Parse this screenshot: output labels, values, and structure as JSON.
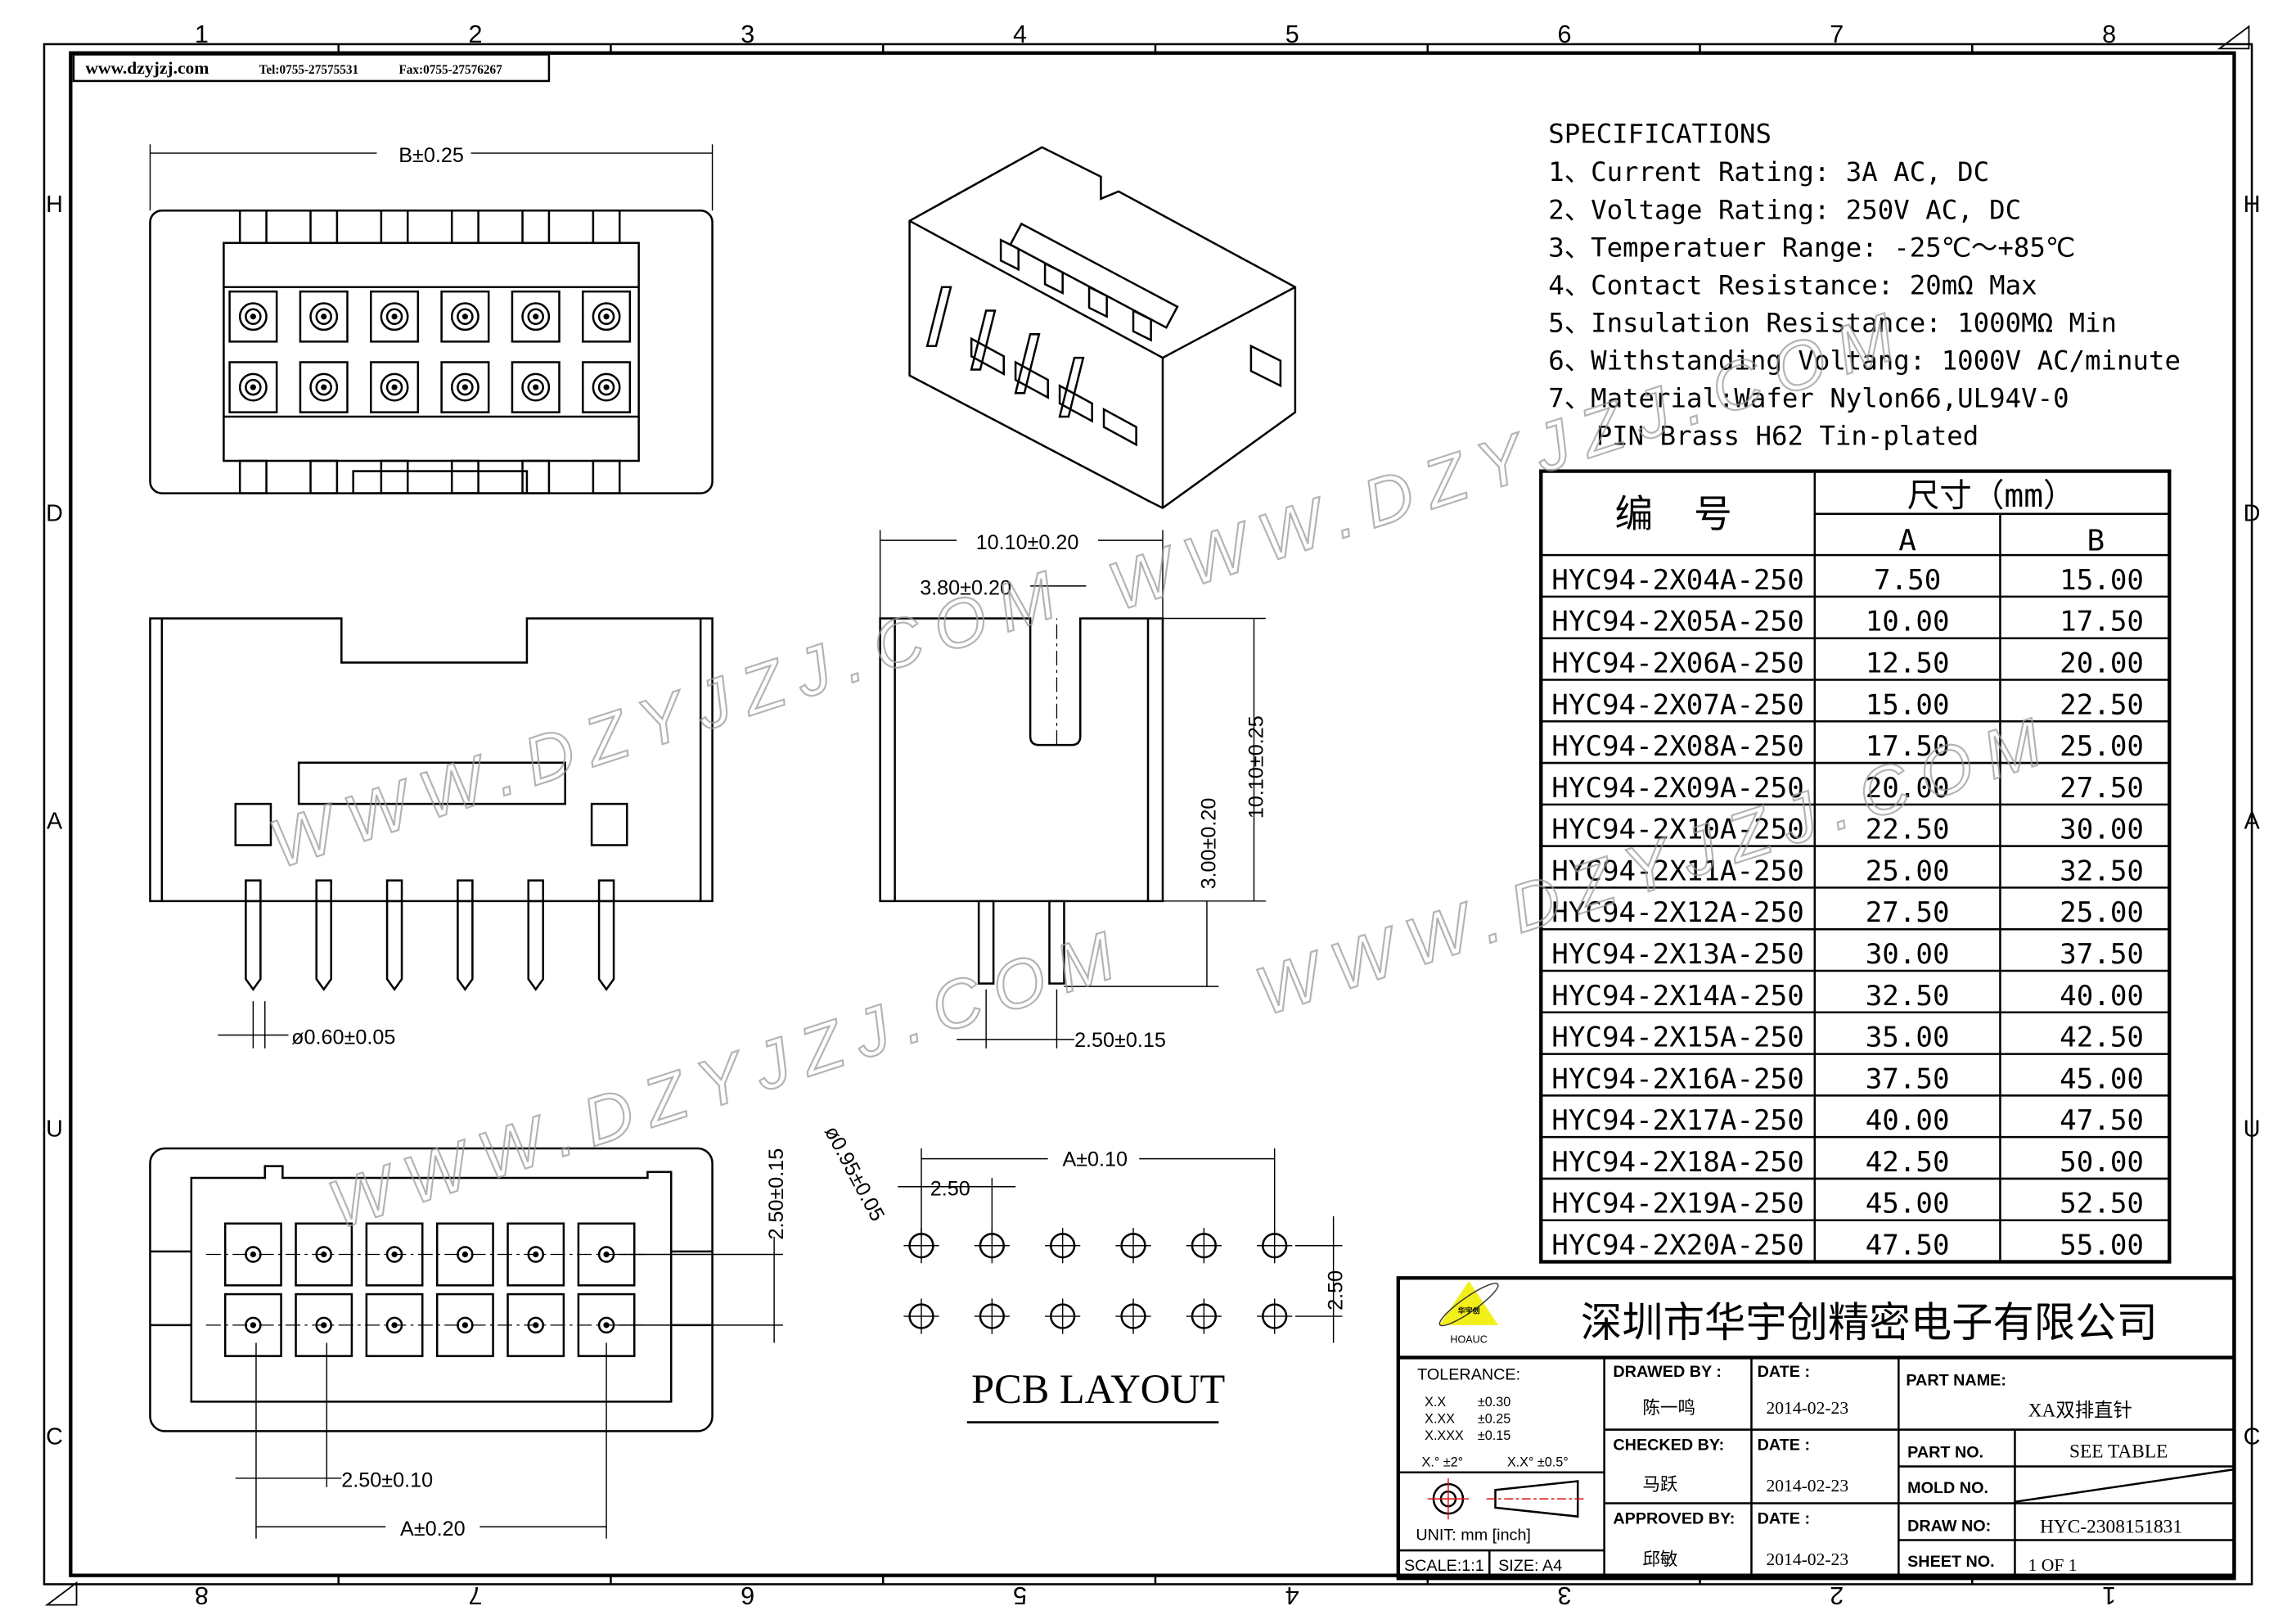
{
  "header": {
    "website": "www.dzyjzj.com",
    "tel": "Tel:0755-27575531",
    "fax": "Fax:0755-27576267"
  },
  "frame": {
    "zones_top": [
      "1",
      "2",
      "3",
      "4",
      "5",
      "6",
      "7",
      "8"
    ],
    "zones_bottom": [
      "8",
      "7",
      "6",
      "5",
      "4",
      "3",
      "2",
      "1"
    ],
    "rows_left": [
      "H",
      "D",
      "A",
      "U",
      "C"
    ],
    "rows_right": [
      "H",
      "D",
      "A",
      "U",
      "C"
    ]
  },
  "watermark": "WWW.DZYJZJ.COM",
  "dimensions": {
    "top_view_width": "B±0.25",
    "side_width": "10.10±0.20",
    "side_slot": "3.80±0.20",
    "side_height": "10.10±0.25",
    "pin_length": "3.00±0.20",
    "pin_diameter": "ø0.60±0.05",
    "pin_pitch_side": "2.50±0.15",
    "bottom_row_pitch": "2.50±0.15",
    "bottom_pitch": "2.50±0.10",
    "bottom_width": "A±0.20",
    "pcb_width": "A±0.10",
    "pcb_pitch": "2.50",
    "pcb_hole": "ø0.95±0.05",
    "pcb_row_pitch": "2.50"
  },
  "pcb_layout_label": "PCB LAYOUT",
  "specifications": {
    "title": "SPECIFICATIONS",
    "items": [
      "1、Current Rating: 3A AC, DC",
      "2、Voltage Rating: 250V AC, DC",
      "3、Temperatuer Range: -25℃～+85℃",
      "4、Contact Resistance: 20mΩ Max",
      "5、Insulation Resistance: 1000MΩ Min",
      "6、Withstanding Voltang: 1000V AC/minute",
      "7、Material:Wafer Nylon66,UL94V-0",
      "   PIN Brass H62 Tin-plated"
    ]
  },
  "dimension_table": {
    "col_part": "编 号",
    "col_size": "尺寸（mm）",
    "col_a": "A",
    "col_b": "B",
    "rows": [
      [
        "HYC94-2X04A-250",
        "7.50",
        "15.00"
      ],
      [
        "HYC94-2X05A-250",
        "10.00",
        "17.50"
      ],
      [
        "HYC94-2X06A-250",
        "12.50",
        "20.00"
      ],
      [
        "HYC94-2X07A-250",
        "15.00",
        "22.50"
      ],
      [
        "HYC94-2X08A-250",
        "17.50",
        "25.00"
      ],
      [
        "HYC94-2X09A-250",
        "20.00",
        "27.50"
      ],
      [
        "HYC94-2X10A-250",
        "22.50",
        "30.00"
      ],
      [
        "HYC94-2X11A-250",
        "25.00",
        "32.50"
      ],
      [
        "HYC94-2X12A-250",
        "27.50",
        "25.00"
      ],
      [
        "HYC94-2X13A-250",
        "30.00",
        "37.50"
      ],
      [
        "HYC94-2X14A-250",
        "32.50",
        "40.00"
      ],
      [
        "HYC94-2X15A-250",
        "35.00",
        "42.50"
      ],
      [
        "HYC94-2X16A-250",
        "37.50",
        "45.00"
      ],
      [
        "HYC94-2X17A-250",
        "40.00",
        "47.50"
      ],
      [
        "HYC94-2X18A-250",
        "42.50",
        "50.00"
      ],
      [
        "HYC94-2X19A-250",
        "45.00",
        "52.50"
      ],
      [
        "HYC94-2X20A-250",
        "47.50",
        "55.00"
      ]
    ]
  },
  "title_block": {
    "company": "深圳市华宇创精密电子有限公司",
    "logo_text": "华宇创",
    "logo_brand": "HOAUC",
    "tolerance_label": "TOLERANCE:",
    "tolerances": [
      [
        "X.X",
        "±0.30"
      ],
      [
        "X.XX",
        "±0.25"
      ],
      [
        "X.XXX",
        "±0.15"
      ]
    ],
    "angle_tol_1": "X.° ±2°",
    "angle_tol_2": "X.X° ±0.5°",
    "unit": "UNIT:  mm  [inch]",
    "scale": "SCALE:1:1",
    "size": "SIZE: A4",
    "drawn_by_label": "DRAWED BY :",
    "drawn_by": "陈一鸣",
    "checked_by_label": "CHECKED BY:",
    "checked_by": "马跃",
    "approved_by_label": "APPROVED BY:",
    "approved_by": "邱敏",
    "date_label": "DATE :",
    "drawn_date": "2014-02-23",
    "checked_date": "2014-02-23",
    "approved_date": "2014-02-23",
    "part_name_label": "PART NAME:",
    "part_name": "XA双排直针",
    "part_no_label": "PART NO.",
    "part_no": "SEE TABLE",
    "mold_no_label": "MOLD NO.",
    "draw_no_label": "DRAW NO:",
    "draw_no": "HYC-2308151831",
    "sheet_no_label": "SHEET NO.",
    "sheet_no": "1 OF 1"
  },
  "colors": {
    "logo_yellow": "#f2ef1a",
    "centerline_red": "#e01010"
  }
}
